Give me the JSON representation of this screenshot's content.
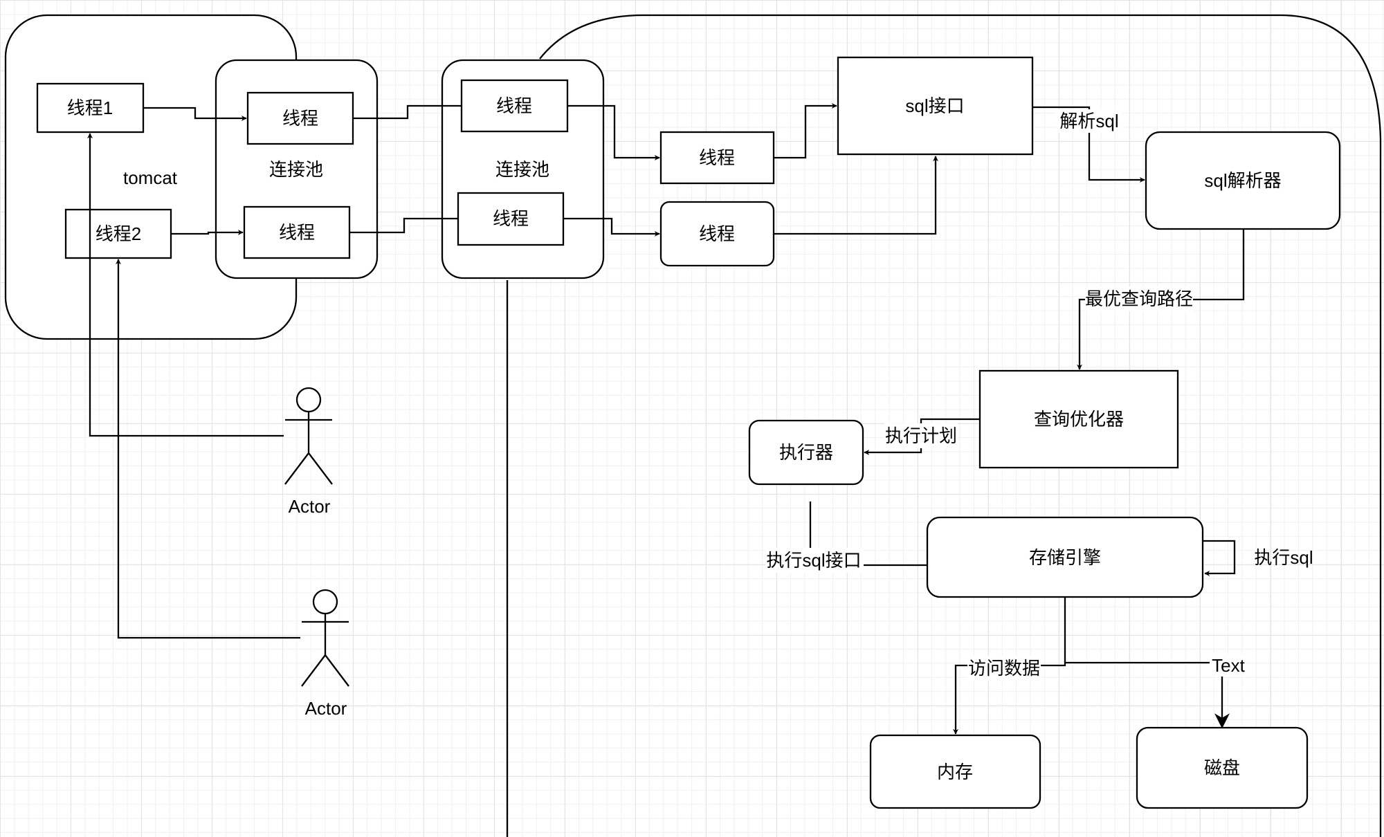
{
  "diagram": {
    "containers": {
      "tomcat": "tomcat",
      "pool_left": "连接池",
      "pool_right": "连接池"
    },
    "nodes": {
      "thread1": "线程1",
      "thread2": "线程2",
      "pool_left_thread_top": "线程",
      "pool_left_thread_bottom": "线程",
      "pool_right_thread_top": "线程",
      "pool_right_thread_bottom": "线程",
      "server_thread_top": "线程",
      "server_thread_bottom": "线程",
      "sql_interface": "sql接口",
      "sql_parser": "sql解析器",
      "query_optimizer": "查询优化器",
      "executor": "执行器",
      "storage_engine": "存储引擎",
      "memory": "内存",
      "disk": "磁盘"
    },
    "actors": {
      "actor1": "Actor",
      "actor2": "Actor"
    },
    "edge_labels": {
      "parse_sql": "解析sql",
      "optimal_path": "最优查询路径",
      "exec_plan": "执行计划",
      "exec_sql_interface": "执行sql接口",
      "exec_sql": "执行sql",
      "access_data": "访问数据",
      "text": "Text"
    }
  }
}
